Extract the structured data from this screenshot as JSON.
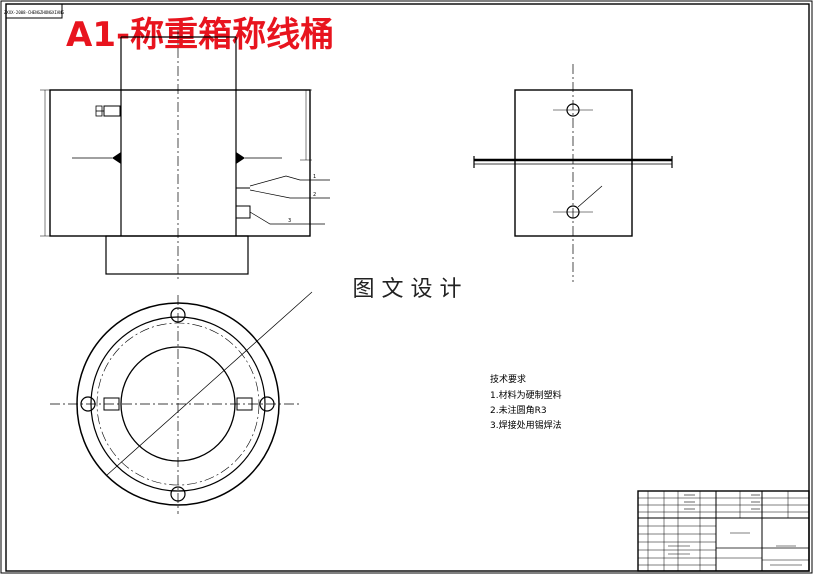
{
  "drawing": {
    "title": "A1-称重箱称线桶",
    "watermark": "图 文 设 计",
    "tag_text": "ZXXX-2008-CHENGZHONGXIANG",
    "callouts": [
      "1",
      "2",
      "3"
    ],
    "tech_requirements": {
      "heading": "技术要求",
      "items": [
        "1.材料为硬制塑料",
        "2.未注圆角R3",
        "3.焊接处用锡焊法"
      ]
    },
    "colors": {
      "title_red": "#e8141e",
      "line": "#000000",
      "watermark": "#222222"
    }
  }
}
